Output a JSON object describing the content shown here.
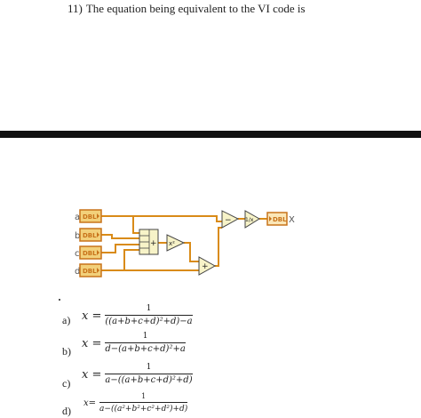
{
  "question": {
    "number": "11)",
    "text": "The equation being equivalent to the VI code is"
  },
  "vi": {
    "inputs": [
      {
        "name": "a",
        "type": "DBL"
      },
      {
        "name": "b",
        "type": "DBL"
      },
      {
        "name": "c",
        "type": "DBL"
      },
      {
        "name": "d",
        "type": "DBL"
      }
    ],
    "add_compound_symbol": "+",
    "square_symbol": "x²",
    "subtract_symbol": "−",
    "add_symbol": "+",
    "reciprocal_symbol": "1/x",
    "output": {
      "name": "X",
      "type": "DBL"
    }
  },
  "options": [
    {
      "letter": "a)",
      "lhs": "x =",
      "numerator": "1",
      "denominator": "((a+b+c+d)²+d)−a"
    },
    {
      "letter": "b)",
      "lhs": "x =",
      "numerator": "1",
      "denominator": "d−(a+b+c+d)²+a"
    },
    {
      "letter": "c)",
      "lhs": "x =",
      "numerator": "1",
      "denominator": "a−((a+b+c+d)²+d)"
    },
    {
      "letter": "d)",
      "lhs": "x=",
      "numerator": "1",
      "denominator": "a−((a²+b²+c²+d²)+d)"
    }
  ]
}
